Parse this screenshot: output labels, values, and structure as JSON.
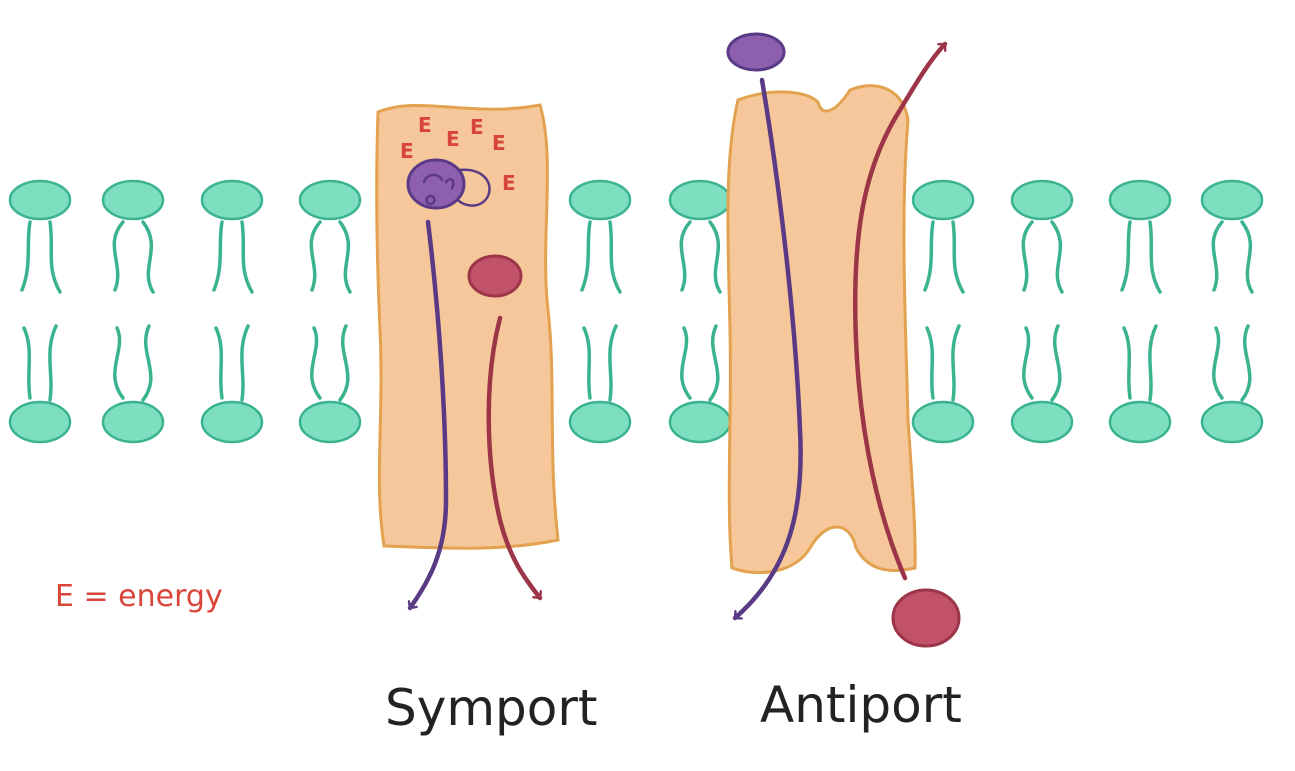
{
  "labels": {
    "symport": "Symport",
    "antiport": "Antiport",
    "energy_key": "E = energy",
    "energy_symbol": "E"
  },
  "colors": {
    "lipid": "#7ddfc0",
    "lipid_stroke": "#3bb391",
    "protein": "#f6c79a",
    "protein_stroke": "#e2a24f",
    "purple_molecule": "#8e5fae",
    "purple_arrow": "#5a3a85",
    "red_molecule": "#c2526a",
    "red_arrow": "#9c3548",
    "energy_text": "#d9453a",
    "label_text": "#222222"
  },
  "icons": [
    "phospholipid-icon",
    "transport-protein-icon",
    "molecule-icon",
    "arrow-icon"
  ]
}
